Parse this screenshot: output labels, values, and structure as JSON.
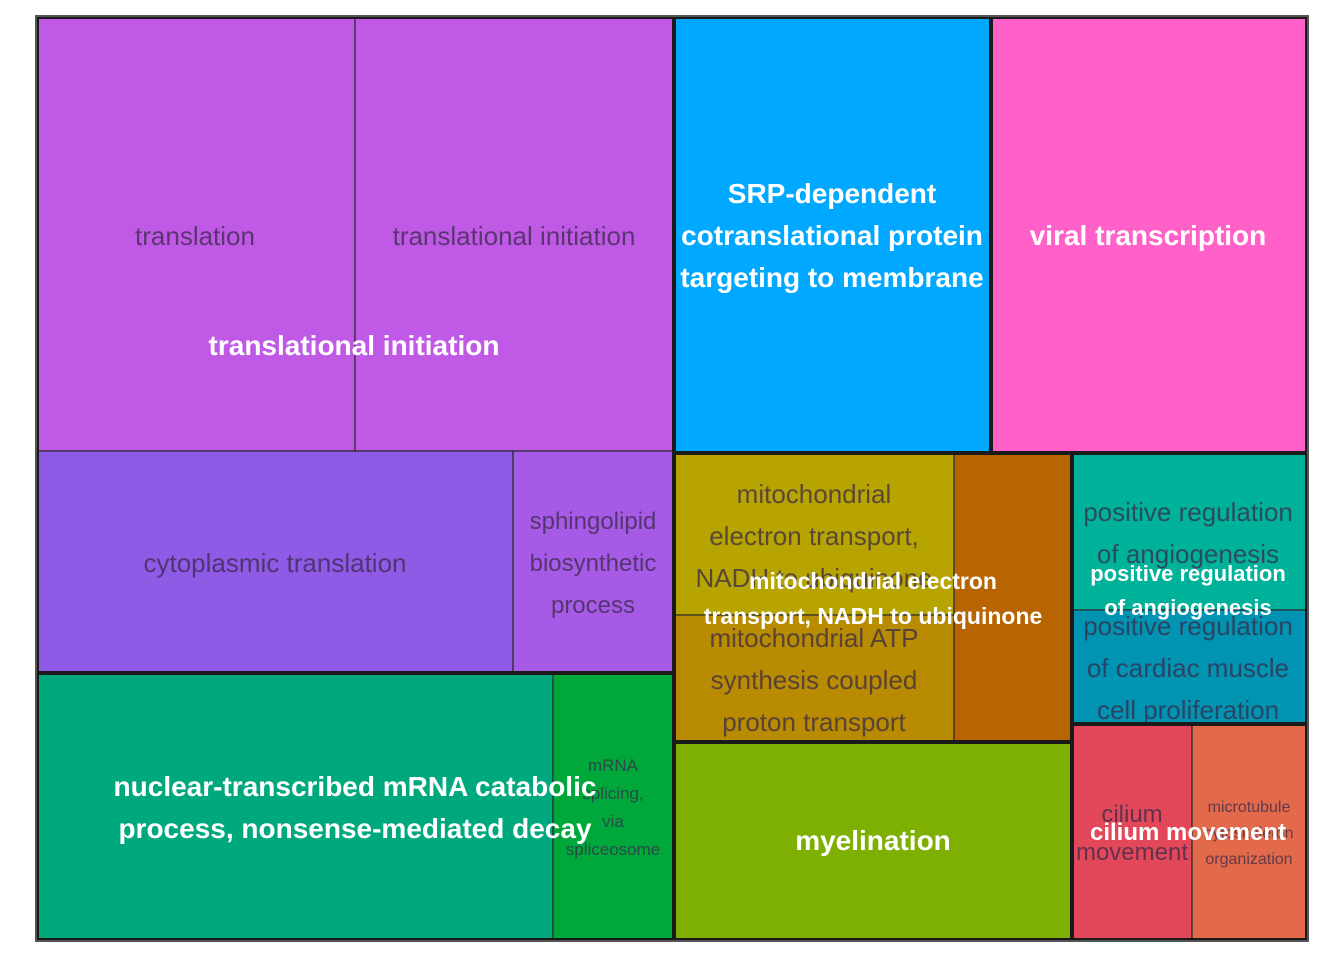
{
  "chart_data": {
    "type": "treemap",
    "title": "",
    "groups": [
      {
        "label": "translational initiation",
        "color": "#c05ae6",
        "terms": [
          {
            "label": "translation",
            "color": "#c05ae6"
          },
          {
            "label": "translational initiation",
            "color": "#c05ae6"
          },
          {
            "label": "cytoplasmic translation",
            "color": "#8e5ae6"
          },
          {
            "label": "sphingolipid biosynthetic process",
            "color": "#a65ae6"
          }
        ]
      },
      {
        "label": "SRP-dependent cotranslational protein targeting to membrane",
        "color": "#00a9ff",
        "terms": [
          {
            "label": "",
            "color": "#00a9ff"
          }
        ]
      },
      {
        "label": "viral transcription",
        "color": "#ff61c9",
        "terms": [
          {
            "label": "",
            "color": "#ff61c9"
          }
        ]
      },
      {
        "label": "mitochondrial electron transport, NADH to ubiquinone",
        "color": "#b8a400",
        "terms": [
          {
            "label": "mitochondrial electron transport, NADH to ubiquinone",
            "color": "#b8a400"
          },
          {
            "label": "mitochondrial ATP synthesis coupled proton transport",
            "color": "#b88b00"
          },
          {
            "label": "",
            "color": "#b86400"
          }
        ]
      },
      {
        "label": "positive regulation of angiogenesis",
        "color": "#00b29a",
        "terms": [
          {
            "label": "positive regulation of angiogenesis",
            "color": "#00b29a"
          },
          {
            "label": "positive regulation of cardiac muscle cell proliferation",
            "color": "#0094b2"
          }
        ]
      },
      {
        "label": "nuclear-transcribed mRNA catabolic process, nonsense-mediated decay",
        "color": "#00a87e",
        "terms": [
          {
            "label": "",
            "color": "#00a87e"
          },
          {
            "label": "mRNA splicing, via spliceosome",
            "color": "#00a83c"
          }
        ]
      },
      {
        "label": "myelination",
        "color": "#7db000",
        "terms": [
          {
            "label": "",
            "color": "#7db000"
          }
        ]
      },
      {
        "label": "cilium movement",
        "color": "#e2485a",
        "terms": [
          {
            "label": "cilium movement",
            "color": "#e2485a"
          },
          {
            "label": "microtubule cytoskeleton organization",
            "color": "#e2694a"
          }
        ]
      }
    ]
  }
}
